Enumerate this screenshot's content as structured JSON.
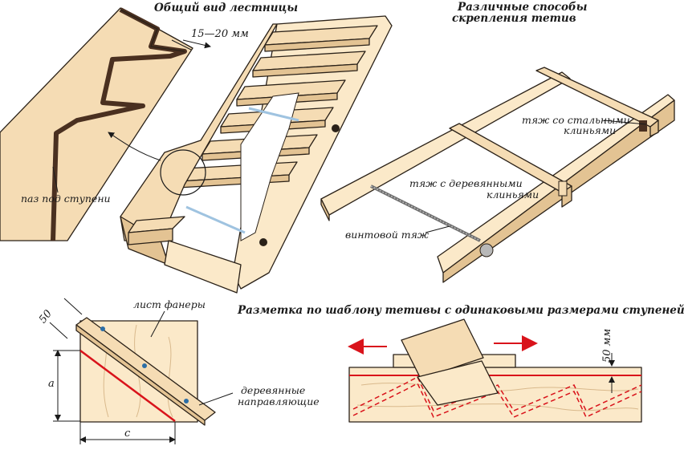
{
  "titles": {
    "stair_general_view": "Общий вид лестницы",
    "stringer_fastening_line1": "Различные способы",
    "stringer_fastening_line2": "скрепления тетив",
    "template_marking": "Разметка по шаблону тетивы с одинаковыми размерами ступеней"
  },
  "labels": {
    "gap_dimension": "15—20 мм",
    "step_groove": "паз под ступени",
    "steel_wedges_line1": "тяж со стальными",
    "steel_wedges_line2": "клиньями",
    "wood_wedges_line1": "тяж с деревянными",
    "wood_wedges_line2": "клиньями",
    "screw_rod": "винтовой тяж",
    "plywood_sheet": "лист фанеры",
    "guides_line1": "деревянные",
    "guides_line2": "направляющие",
    "dim_50_left": "50",
    "dim_a": "a",
    "dim_c": "c",
    "dim_50mm": "50 мм"
  },
  "colors": {
    "wood": "#f5dcb4",
    "wood_dark": "#e3c393",
    "guide_blue": "#9fc3e0",
    "marking_red": "#d9131b",
    "outline": "#2a2118"
  },
  "icons": [
    "bolt-icon",
    "arrow-left-icon",
    "arrow-right-icon",
    "dimension-arrow-icon"
  ]
}
